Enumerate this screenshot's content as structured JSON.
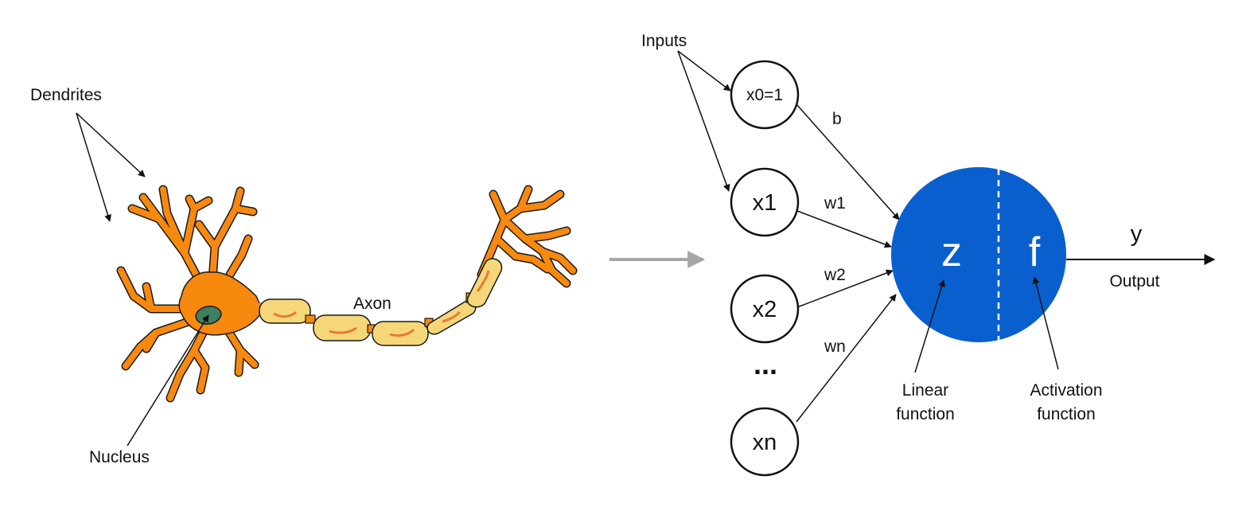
{
  "colors": {
    "neuron_body": "#f7890f",
    "neuron_stroke": "#1a1a1a",
    "nucleus": "#3f7f5f",
    "myelin": "#f5d77a",
    "myelin_mark": "#e97a2a",
    "perceptron": "#0a5fcf",
    "flow_arrow": "#a6a6a6"
  },
  "neuron": {
    "dendrites_label": "Dendrites",
    "nucleus_label": "Nucleus",
    "axon_label": "Axon"
  },
  "perceptron": {
    "inputs_label": "Inputs",
    "inputs": [
      {
        "label": "x0=1",
        "weight": "b"
      },
      {
        "label": "x1",
        "weight": "w1"
      },
      {
        "label": "x2",
        "weight": "w2"
      },
      {
        "label": "xn",
        "weight": "wn"
      }
    ],
    "ellipsis": "...",
    "linear_symbol": "z",
    "activation_symbol": "f",
    "output_symbol": "y",
    "output_label": "Output",
    "linear_label_line1": "Linear",
    "linear_label_line2": "function",
    "activation_label_line1": "Activation",
    "activation_label_line2": "function"
  }
}
